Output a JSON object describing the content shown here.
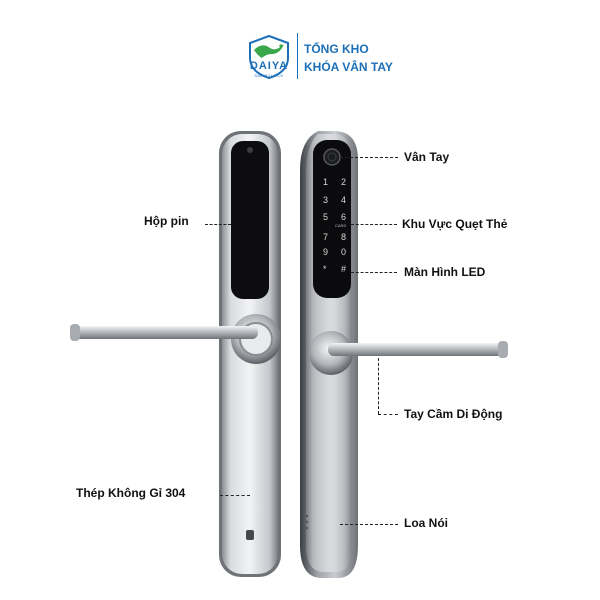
{
  "brand": {
    "name": "DAIYA",
    "tagline": "SMARTLOCK",
    "header_line1": "TỔNG KHO",
    "header_line2": "KHÓA VÂN TAY",
    "colors": {
      "brand_blue": "#1d6fb8",
      "brand_green": "#3aa84a"
    }
  },
  "callouts": {
    "fingerprint": "Vân Tay",
    "battery": "Hộp pin",
    "card_area": "Khu Vực Quẹt Thẻ",
    "led_screen": "Màn Hình LED",
    "handle": "Tay Cầm Di Động",
    "steel": "Thép Không Gỉ 304",
    "speaker": "Loa Nói"
  },
  "keypad": {
    "keys": [
      "1",
      "2",
      "3",
      "4",
      "5",
      "6",
      "7",
      "8",
      "9",
      "0",
      "*",
      "#"
    ],
    "card_label": "CARD"
  }
}
